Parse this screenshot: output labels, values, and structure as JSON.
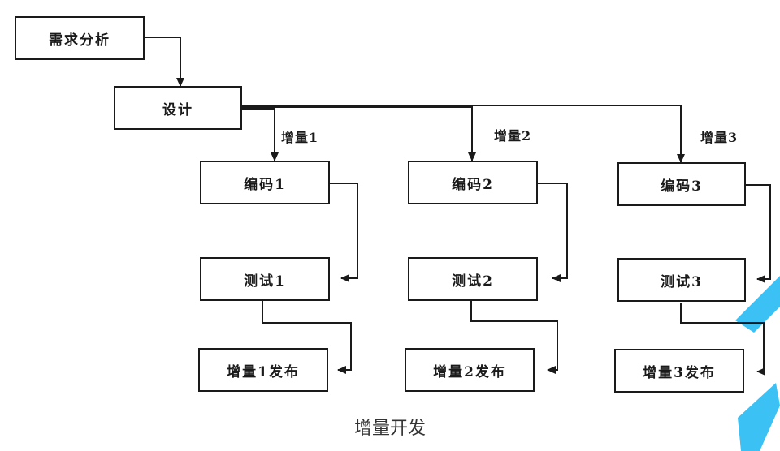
{
  "boxes": {
    "requirements": "需求分析",
    "design": "设计",
    "code1": "编码1",
    "code2": "编码2",
    "code3": "编码3",
    "test1": "测试1",
    "test2": "测试2",
    "test3": "测试3",
    "release1": "增量1发布",
    "release2": "增量2发布",
    "release3": "增量3发布"
  },
  "labels": {
    "increment1": "增量1",
    "increment2": "增量2",
    "increment3": "增量3"
  },
  "caption": "增量开发",
  "colors": {
    "line": "#1a1a1a",
    "watermark": "#19b6f2",
    "caption": "#333333"
  }
}
